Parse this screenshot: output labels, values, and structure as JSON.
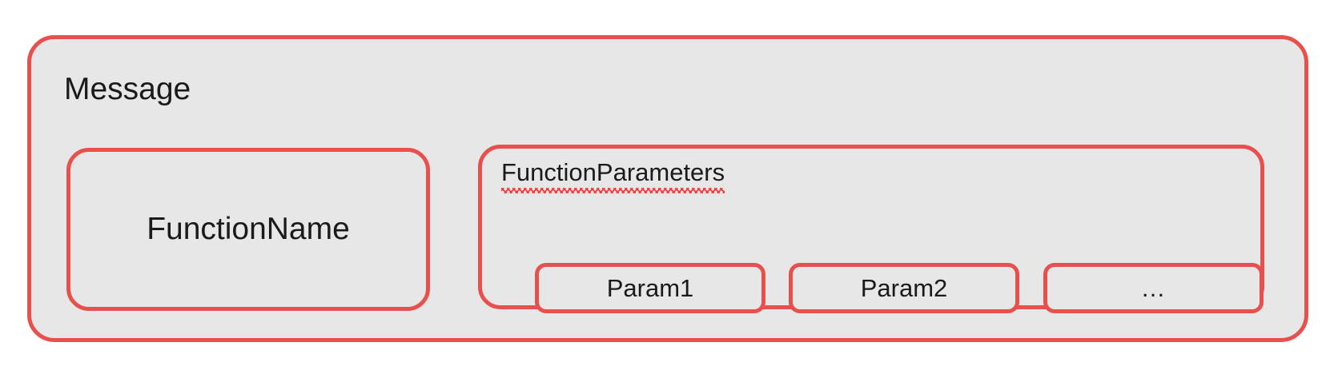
{
  "diagram": {
    "title": "Message structure diagram",
    "colors": {
      "border": "#e8504e",
      "fill": "#e7e7e7",
      "text": "#1a1a1a",
      "spellcheck_underline": "#ee3b36",
      "page_background": "#ffffff"
    },
    "message": {
      "label": "Message",
      "function_name": {
        "label": "FunctionName"
      },
      "function_parameters": {
        "label": "FunctionParameters",
        "spellcheck_flagged": true,
        "params": [
          {
            "label": "Param1"
          },
          {
            "label": "Param2"
          },
          {
            "label": "…"
          }
        ]
      }
    }
  }
}
